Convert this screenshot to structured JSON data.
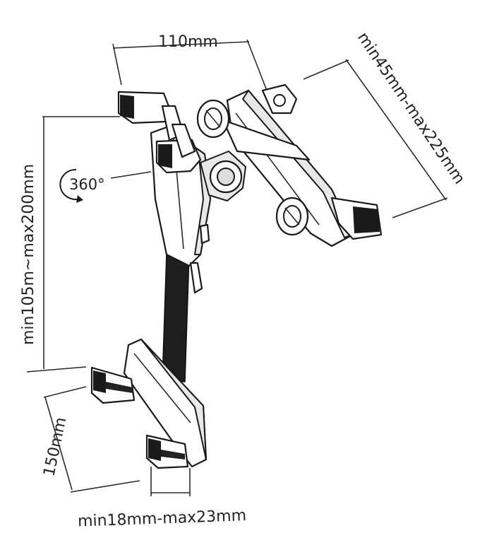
{
  "labels": {
    "top_width": "110mm",
    "right_range": "min45mm-max225mm",
    "left_range": "min105m~max200mm",
    "rotation": "360°",
    "bottom_depth": "150mm",
    "bottom_thickness": "min18mm-max23mm"
  }
}
